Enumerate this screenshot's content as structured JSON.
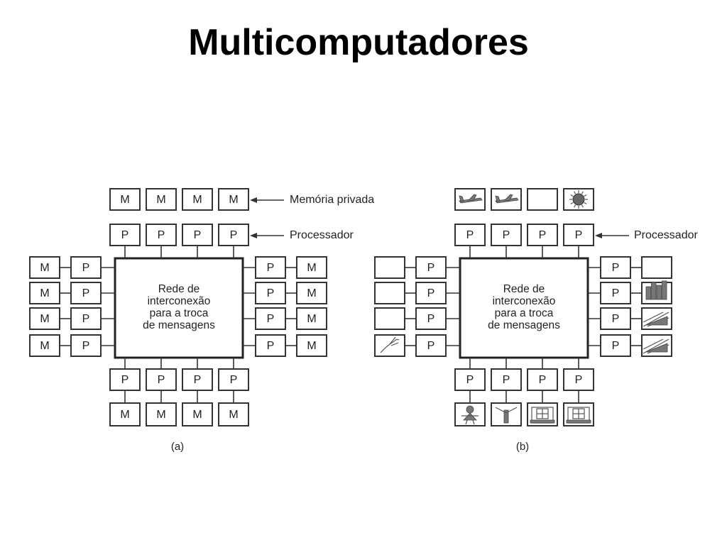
{
  "title": "Multicomputadores",
  "figure_a": {
    "memory_label": "M",
    "processor_label": "P",
    "network_lines": [
      "Rede de",
      "interconexão",
      "para a troca",
      "de mensagens"
    ],
    "callouts": [
      "Memória privada",
      "Processador"
    ],
    "caption": "(a)"
  },
  "figure_b": {
    "processor_label": "P",
    "network_lines": [
      "Rede de",
      "interconexão",
      "para a troca",
      "de mensagens"
    ],
    "callouts": [
      "Processador"
    ],
    "caption": "(b)",
    "memory_contents": {
      "top": [
        "airplane-icon",
        "airplane-icon",
        "",
        "sun-icon"
      ],
      "left": [
        "",
        "",
        "",
        "bird-icon"
      ],
      "right": [
        "",
        "city-icon",
        "roof-icon",
        "roof-icon"
      ],
      "bottom": [
        "girl-icon",
        "tree-icon",
        "house-icon",
        "house-icon"
      ]
    }
  }
}
